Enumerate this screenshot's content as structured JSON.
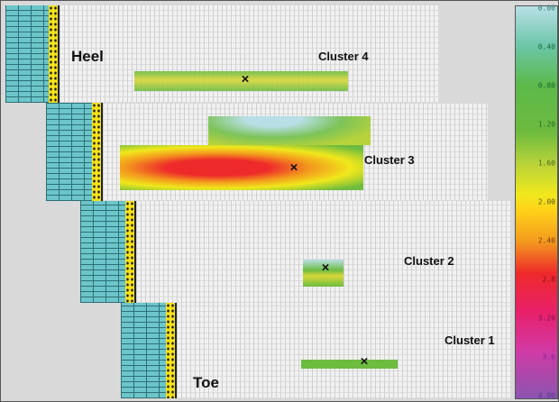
{
  "labels": {
    "heel": "Heel",
    "toe": "Toe"
  },
  "clusters": [
    {
      "name": "Cluster 4"
    },
    {
      "name": "Cluster 3"
    },
    {
      "name": "Cluster 2"
    },
    {
      "name": "Cluster 1"
    }
  ],
  "marker": "×",
  "colorbar": {
    "ticks": [
      "0.00",
      "0.40",
      "0.80",
      "1.20",
      "1.60",
      "2.00",
      "2.40",
      "2.8",
      "3.20",
      "3.6",
      "4.00"
    ],
    "colors": [
      "#b8dfe6",
      "#5cb94a",
      "#f0e81c",
      "#f39a1d",
      "#ee2a2a",
      "#e8206a",
      "#8b55b0"
    ]
  }
}
